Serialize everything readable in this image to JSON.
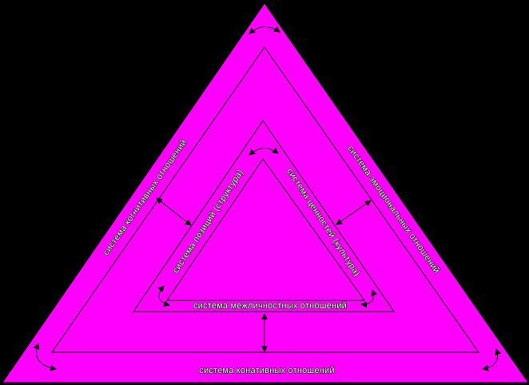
{
  "colors": {
    "background": "#000000",
    "fill": "#ff00ff",
    "line": "#000000",
    "text": "#ffffff"
  },
  "labels": {
    "outer_left": "система когнитивных отношений",
    "outer_right": "система эмоциональных отношений",
    "outer_bottom": "система конативных отношений",
    "inner_left": "система позиций (структура)",
    "inner_right": "система ценностей (культура)",
    "inner_bottom": "система межличностных отношений"
  },
  "icons": {
    "arrows": "double-headed-arrow-icon"
  }
}
